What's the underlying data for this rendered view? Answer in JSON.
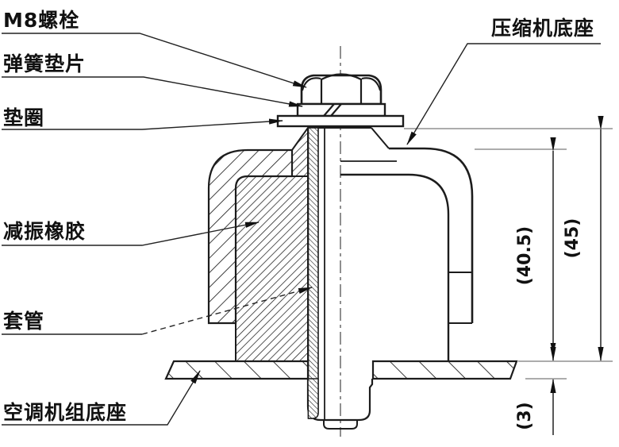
{
  "drawing": {
    "background": "#ffffff",
    "line_color": "#1c1c1c",
    "thin_line_color": "#6f6f6f"
  },
  "labels": {
    "m8_bolt": "M8螺栓",
    "spring_washer": "弹簧垫片",
    "washer": "垫圈",
    "damping_rubber": "减振橡胶",
    "sleeve": "套管",
    "ac_unit_base": "空调机组底座",
    "compressor_base": "压缩机底座"
  },
  "dimensions": {
    "cup_height": "(40.5)",
    "overall_height": "(45)",
    "plate_thickness": "(3)"
  }
}
